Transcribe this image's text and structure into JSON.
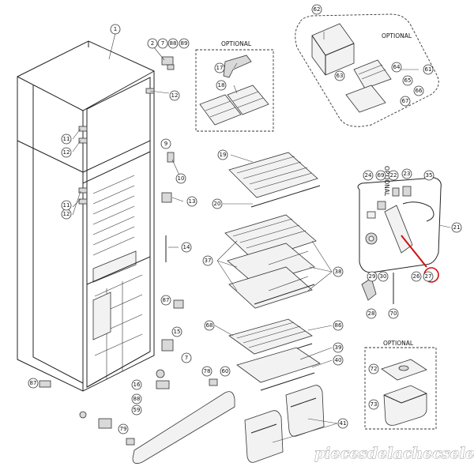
{
  "optional_labels": {
    "ice_tray_box": "OPTIONAL",
    "ice_maker_box": "OPTIONAL",
    "control_vertical": "OPTIONAL",
    "lower_box": "OPTIONAL"
  },
  "watermark": "piecesdelachecselec.com",
  "highlight": {
    "part": "27",
    "color": "#d01010"
  },
  "callouts": [
    {
      "id": "c1",
      "label": "1"
    },
    {
      "id": "c2",
      "label": "2"
    },
    {
      "id": "c7a",
      "label": "7"
    },
    {
      "id": "c88a",
      "label": "88"
    },
    {
      "id": "c89",
      "label": "89"
    },
    {
      "id": "c12a",
      "label": "12"
    },
    {
      "id": "c12b",
      "label": "12"
    },
    {
      "id": "c12c",
      "label": "12"
    },
    {
      "id": "c11a",
      "label": "11"
    },
    {
      "id": "c11b",
      "label": "11"
    },
    {
      "id": "c17",
      "label": "17"
    },
    {
      "id": "c18",
      "label": "18"
    },
    {
      "id": "c62",
      "label": "62"
    },
    {
      "id": "c61",
      "label": "61"
    },
    {
      "id": "c63",
      "label": "63"
    },
    {
      "id": "c64",
      "label": "64"
    },
    {
      "id": "c65",
      "label": "65"
    },
    {
      "id": "c66",
      "label": "66"
    },
    {
      "id": "c67",
      "label": "67"
    },
    {
      "id": "c9",
      "label": "9"
    },
    {
      "id": "c10",
      "label": "10"
    },
    {
      "id": "c13",
      "label": "13"
    },
    {
      "id": "c19",
      "label": "19"
    },
    {
      "id": "c20",
      "label": "20"
    },
    {
      "id": "c14",
      "label": "14"
    },
    {
      "id": "c37",
      "label": "37"
    },
    {
      "id": "c38",
      "label": "38"
    },
    {
      "id": "c87a",
      "label": "87"
    },
    {
      "id": "c87b",
      "label": "87"
    },
    {
      "id": "c24",
      "label": "24"
    },
    {
      "id": "c69",
      "label": "69"
    },
    {
      "id": "c22",
      "label": "22"
    },
    {
      "id": "c23",
      "label": "23"
    },
    {
      "id": "c35",
      "label": "35"
    },
    {
      "id": "c21",
      "label": "21"
    },
    {
      "id": "c29",
      "label": "29"
    },
    {
      "id": "c30",
      "label": "30"
    },
    {
      "id": "c26",
      "label": "26"
    },
    {
      "id": "c27",
      "label": "27"
    },
    {
      "id": "c28",
      "label": "28"
    },
    {
      "id": "c70",
      "label": "70"
    },
    {
      "id": "c68",
      "label": "68"
    },
    {
      "id": "c86",
      "label": "86"
    },
    {
      "id": "c39",
      "label": "39"
    },
    {
      "id": "c40",
      "label": "40"
    },
    {
      "id": "c15",
      "label": "15"
    },
    {
      "id": "c7b",
      "label": "7"
    },
    {
      "id": "c16",
      "label": "16"
    },
    {
      "id": "c88b",
      "label": "88"
    },
    {
      "id": "c59",
      "label": "59"
    },
    {
      "id": "c79",
      "label": "79"
    },
    {
      "id": "c78",
      "label": "78"
    },
    {
      "id": "c60",
      "label": "60"
    },
    {
      "id": "c41",
      "label": "41"
    },
    {
      "id": "c72",
      "label": "72"
    },
    {
      "id": "c73",
      "label": "73"
    }
  ]
}
